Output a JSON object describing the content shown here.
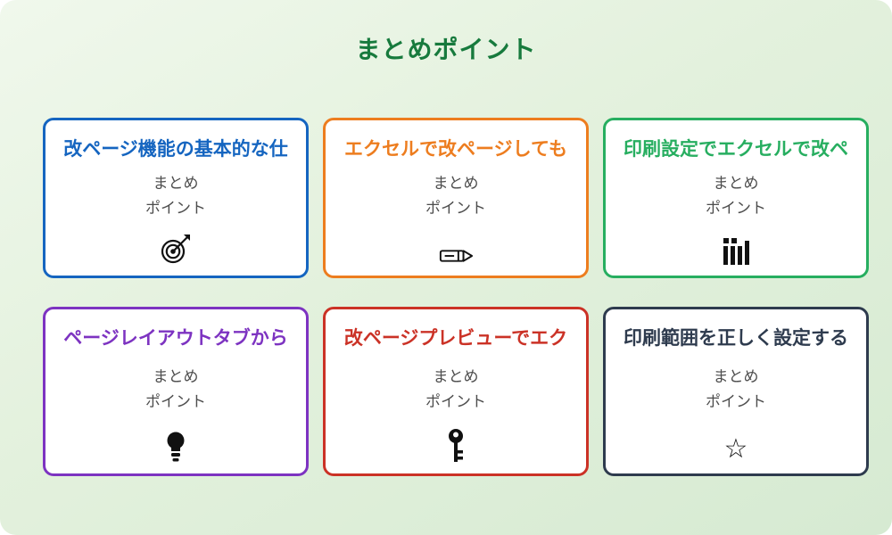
{
  "page": {
    "title": "まとめポイント",
    "title_color": "#177a3d",
    "background_from": "#f0f8ec",
    "background_to": "#d6ead2"
  },
  "cards": [
    {
      "title": "改ページ機能の基本的な仕",
      "color": "#1565c0",
      "icon": "target",
      "subtitle_line1": "まとめ",
      "subtitle_line2": "ポイント"
    },
    {
      "title": "エクセルで改ページしても",
      "color": "#ed7d1f",
      "icon": "pencil",
      "subtitle_line1": "まとめ",
      "subtitle_line2": "ポイント"
    },
    {
      "title": "印刷設定でエクセルで改ペ",
      "color": "#27ae60",
      "icon": "bar-chart",
      "subtitle_line1": "まとめ",
      "subtitle_line2": "ポイント"
    },
    {
      "title": "ページレイアウトタブから",
      "color": "#7d33c1",
      "icon": "lightbulb",
      "subtitle_line1": "まとめ",
      "subtitle_line2": "ポイント"
    },
    {
      "title": "改ページプレビューでエク",
      "color": "#cb3226",
      "icon": "key",
      "subtitle_line1": "まとめ",
      "subtitle_line2": "ポイント"
    },
    {
      "title": "印刷範囲を正しく設定する",
      "color": "#2e3b4e",
      "icon": "star",
      "glyph": "☆",
      "subtitle_line1": "まとめ",
      "subtitle_line2": "ポイント"
    }
  ]
}
